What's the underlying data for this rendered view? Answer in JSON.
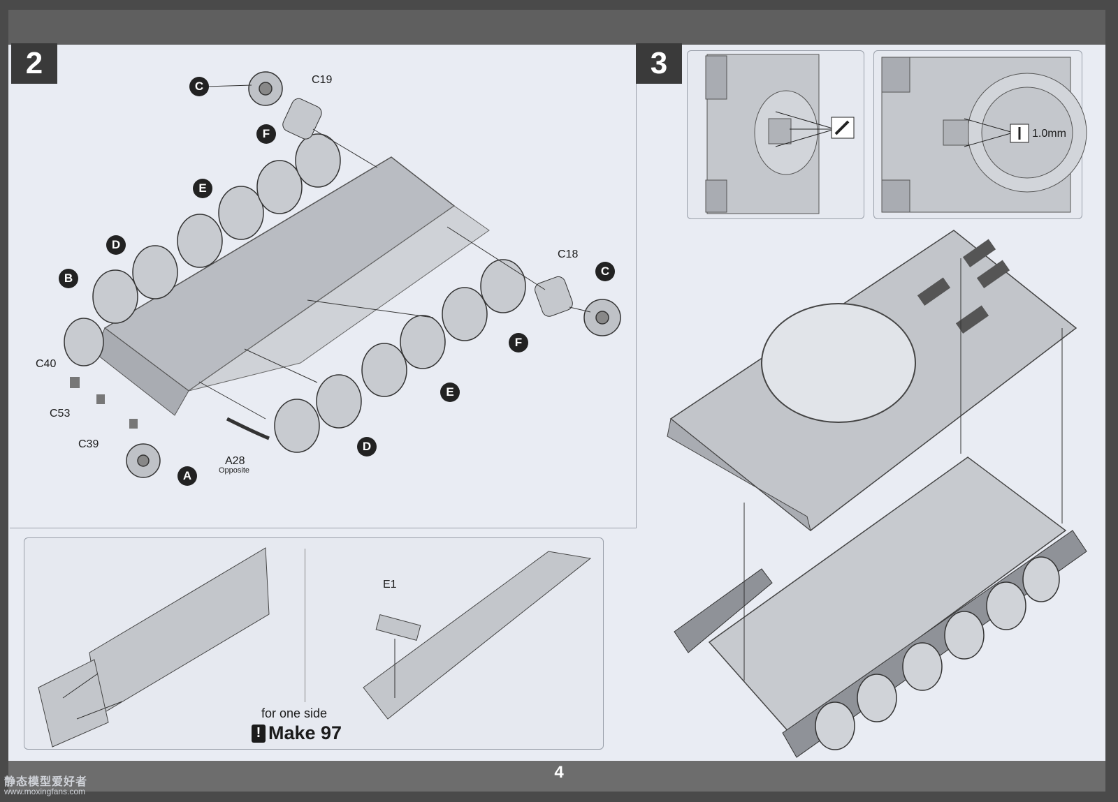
{
  "page": {
    "number": "4"
  },
  "watermark": {
    "title": "静态模型爱好者",
    "url": "www.moxingfans.com"
  },
  "step2": {
    "number": "2",
    "part_labels": [
      "C19",
      "C18",
      "C40",
      "C53",
      "C39",
      "A28",
      "Opposite"
    ],
    "badges": [
      "C",
      "F",
      "E",
      "D",
      "B",
      "C",
      "F",
      "E",
      "D",
      "A"
    ]
  },
  "step3": {
    "number": "3",
    "drill_size": "1.0mm"
  },
  "tracks": {
    "part_label": "E1",
    "note": "for one side",
    "make_count": "Make 97",
    "warning_glyph": "!"
  }
}
